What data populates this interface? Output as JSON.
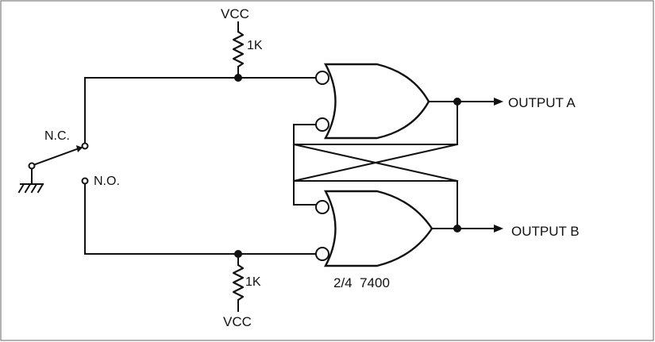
{
  "labels": {
    "vcc_top": "VCC",
    "vcc_bottom": "VCC",
    "res_top": "1K",
    "res_bottom": "1K",
    "nc": "N.C.",
    "no": "N.O.",
    "output_a": "OUTPUT A",
    "output_b": "OUTPUT B",
    "part": "2/4  7400"
  }
}
